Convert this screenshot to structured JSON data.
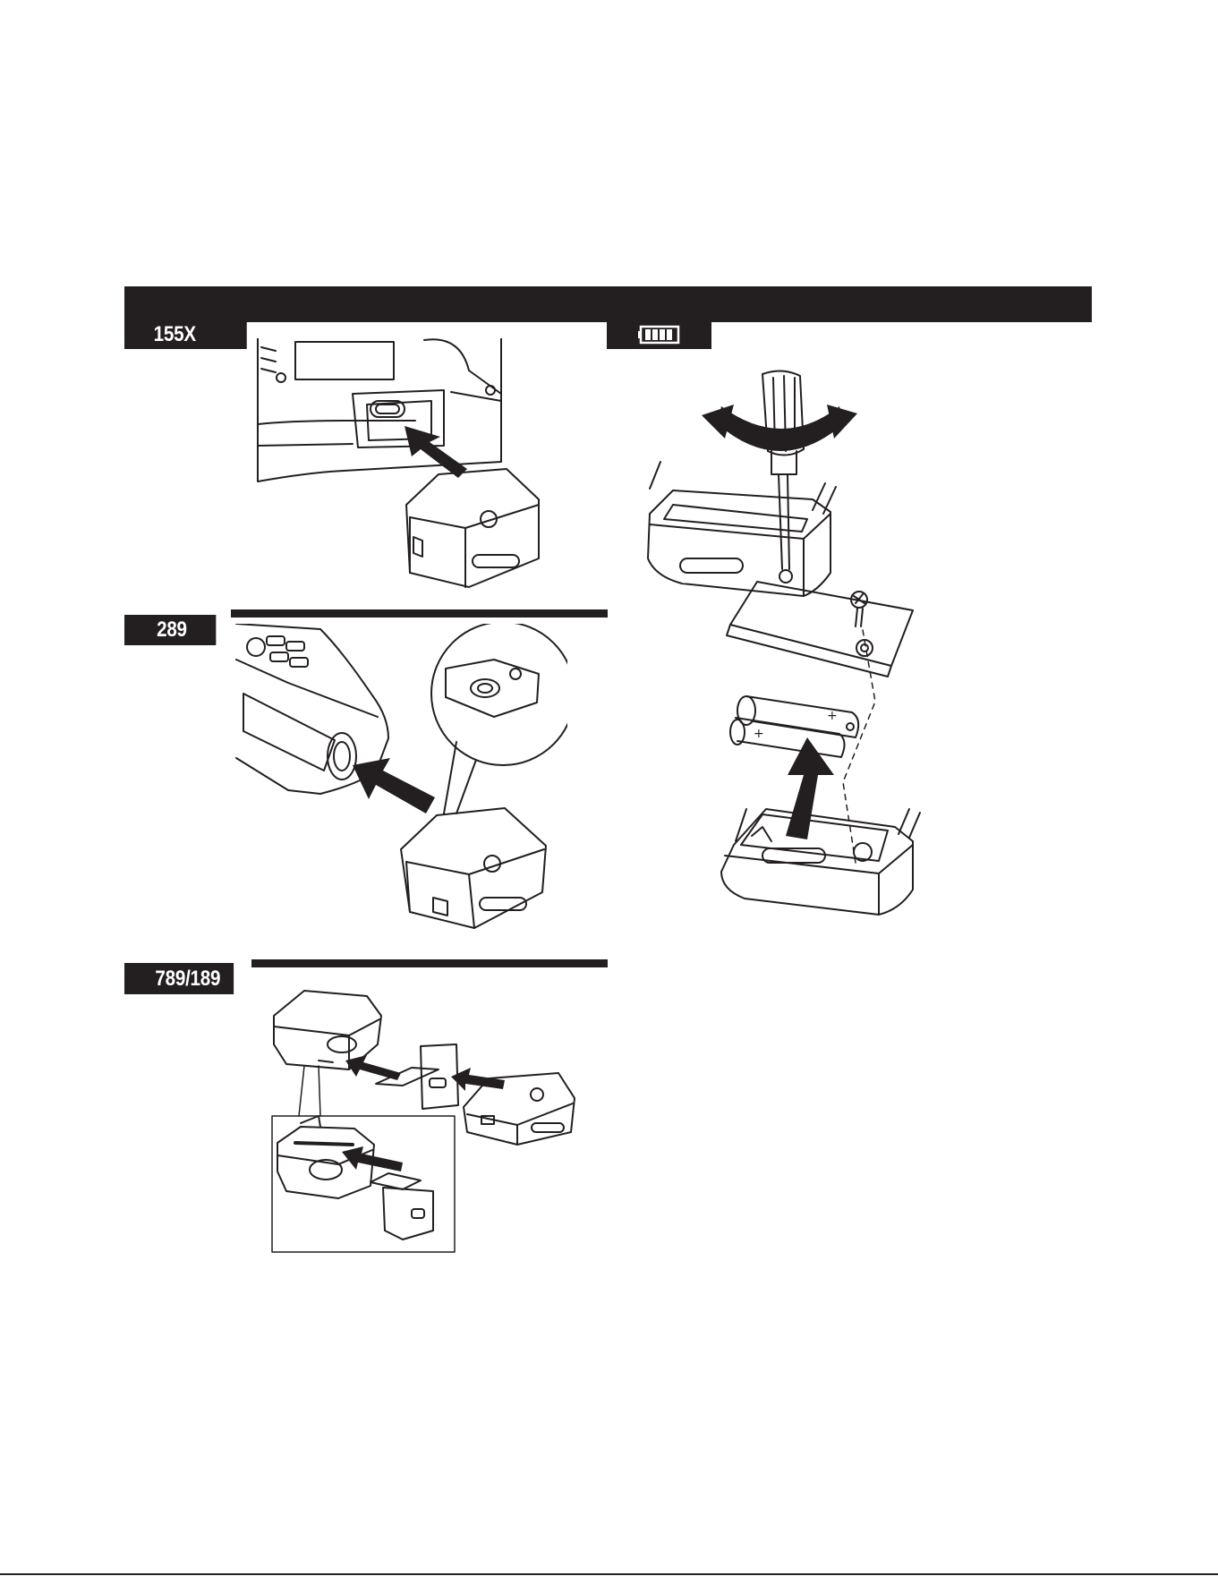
{
  "sections": {
    "model_a": {
      "label": "155X"
    },
    "model_b": {
      "label": "289"
    },
    "model_c": {
      "label": "789/189"
    },
    "battery": {
      "icon": "battery-icon"
    }
  },
  "colors": {
    "ink": "#231f20",
    "paper": "#ffffff"
  }
}
